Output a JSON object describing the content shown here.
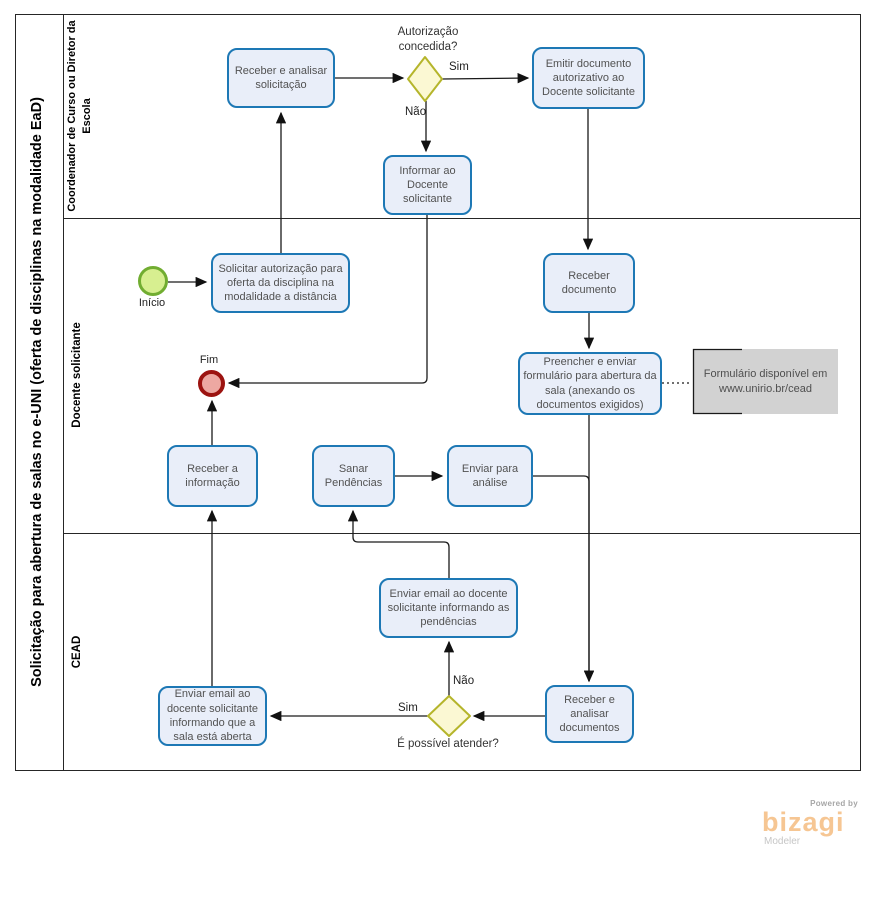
{
  "pool": {
    "title": "Solicitação para abertura de salas no e-UNI (oferta de disciplinas na modalidade EaD)",
    "lanes": [
      "Coordenador de Curso ou Diretor da Escola",
      "Docente  solicitante",
      "CEAD"
    ]
  },
  "events": {
    "start": "Início",
    "end": "Fim"
  },
  "tasks": {
    "receber_analisar_solicitacao": "Receber  e analisar solicitação",
    "emitir_documento": "Emitir documento autorizativo ao Docente solicitante",
    "informar_docente": "Informar ao Docente solicitante",
    "solicitar_autorizacao": "Solicitar autorização para oferta da disciplina na modalidade a distância",
    "receber_documento": "Receber documento",
    "preencher_enviar_formulario": "Preencher e enviar formulário para abertura da sala (anexando os documentos exigidos)",
    "receber_informacao": "Receber a informação",
    "sanar_pendencias": "Sanar Pendências",
    "enviar_para_analise": "Enviar para análise",
    "enviar_email_pendencias": "Enviar email ao docente solicitante informando as pendências",
    "enviar_email_sala_aberta": "Enviar email ao docente solicitante informando que a sala está aberta",
    "receber_analisar_documentos": "Receber e analisar documentos"
  },
  "gateways": {
    "autorizacao_concedida": "Autorização concedida?",
    "possivel_atender": "É possível atender?"
  },
  "edge_labels": {
    "sim_autorizacao": "Sim",
    "nao_autorizacao": "Não",
    "sim_atender": "Sim",
    "nao_atender": "Não"
  },
  "annotation": "Formulário disponível em www.unirio.br/cead",
  "logo": {
    "powered_by": "Powered by",
    "brand": "bizagi",
    "product": "Modeler"
  },
  "colors": {
    "task_fill": "#e9eef9",
    "task_border": "#1d78b5",
    "gateway_fill": "#fbf8d3",
    "gateway_border": "#b5b52b",
    "start_fill": "#d7ef90",
    "start_border": "#71ad31",
    "end_fill": "#eda8a2",
    "end_border": "#9c1310",
    "annotation_fill": "#d2d2d2",
    "logo_brand": "#f6c693"
  }
}
